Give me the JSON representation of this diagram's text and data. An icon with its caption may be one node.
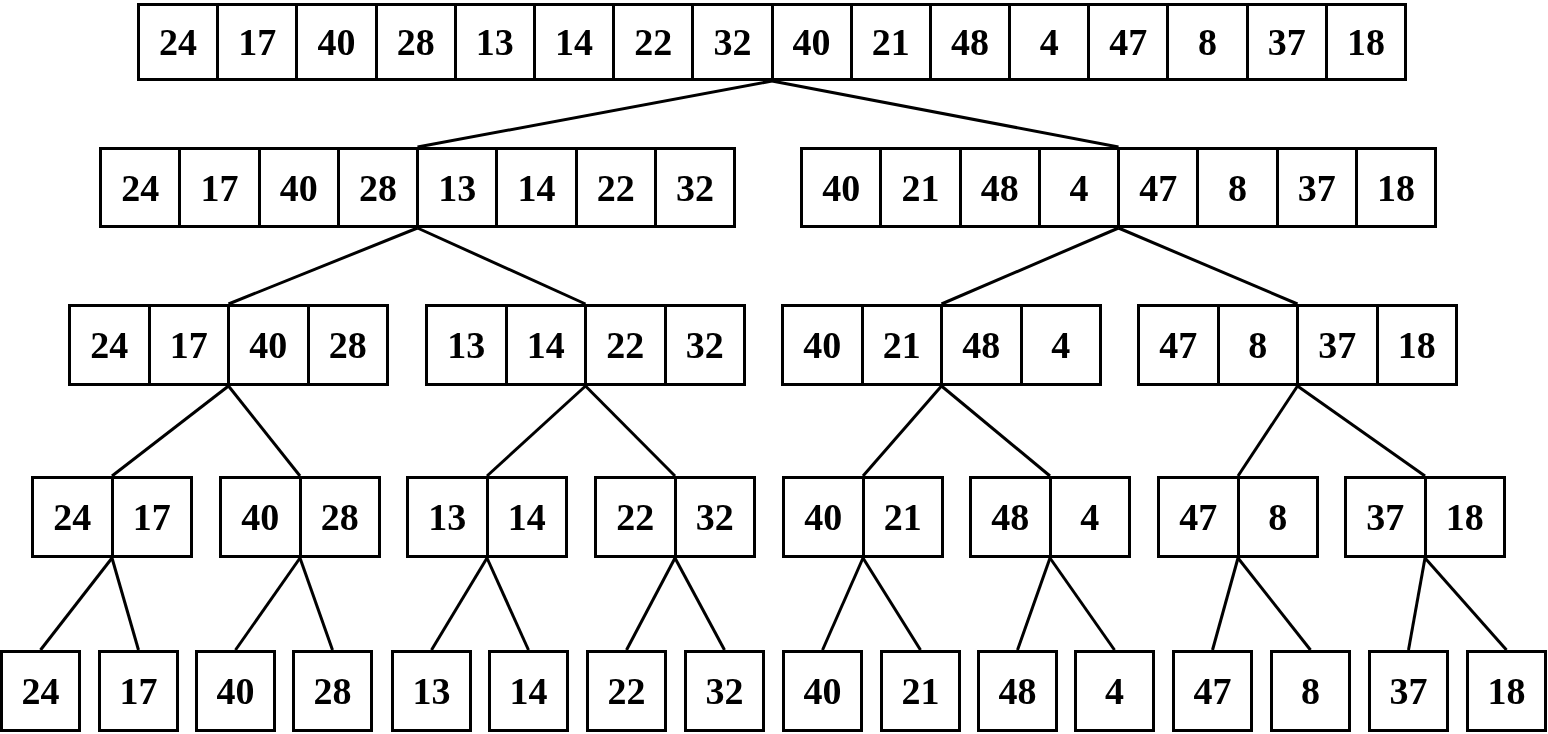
{
  "diagram": {
    "nodes": [
      {
        "text": [
          "24",
          "17",
          "40",
          "28",
          "13",
          "14",
          "22",
          "32",
          "40",
          "21",
          "48",
          "4",
          "47",
          "8",
          "37",
          "18"
        ]
      },
      {
        "text": [
          "24",
          "17",
          "40",
          "28",
          "13",
          "14",
          "22",
          "32"
        ]
      },
      {
        "text": [
          "40",
          "21",
          "48",
          "4",
          "47",
          "8",
          "37",
          "18"
        ]
      },
      {
        "text": [
          "24",
          "17",
          "40",
          "28"
        ]
      },
      {
        "text": [
          "13",
          "14",
          "22",
          "32"
        ]
      },
      {
        "text": [
          "40",
          "21",
          "48",
          "4"
        ]
      },
      {
        "text": [
          "47",
          "8",
          "37",
          "18"
        ]
      },
      {
        "text": [
          "24",
          "17"
        ]
      },
      {
        "text": [
          "40",
          "28"
        ]
      },
      {
        "text": [
          "13",
          "14"
        ]
      },
      {
        "text": [
          "22",
          "32"
        ]
      },
      {
        "text": [
          "40",
          "21"
        ]
      },
      {
        "text": [
          "48",
          "4"
        ]
      },
      {
        "text": [
          "47",
          "8"
        ]
      },
      {
        "text": [
          "37",
          "18"
        ]
      },
      {
        "text": [
          "24"
        ]
      },
      {
        "text": [
          "17"
        ]
      },
      {
        "text": [
          "40"
        ]
      },
      {
        "text": [
          "28"
        ]
      },
      {
        "text": [
          "13"
        ]
      },
      {
        "text": [
          "14"
        ]
      },
      {
        "text": [
          "22"
        ]
      },
      {
        "text": [
          "32"
        ]
      },
      {
        "text": [
          "40"
        ]
      },
      {
        "text": [
          "21"
        ]
      },
      {
        "text": [
          "48"
        ]
      },
      {
        "text": [
          "4"
        ]
      },
      {
        "text": [
          "47"
        ]
      },
      {
        "text": [
          "8"
        ]
      },
      {
        "text": [
          "37"
        ]
      },
      {
        "text": [
          "18"
        ]
      }
    ],
    "edges": [
      {
        "from": 0,
        "to": 1,
        "arrow": "none"
      },
      {
        "from": 0,
        "to": 2,
        "arrow": "none"
      },
      {
        "from": 1,
        "to": 3,
        "arrow": "none"
      },
      {
        "from": 1,
        "to": 4,
        "arrow": "none"
      },
      {
        "from": 2,
        "to": 5,
        "arrow": "none"
      },
      {
        "from": 2,
        "to": 6,
        "arrow": "none"
      },
      {
        "from": 3,
        "to": 7,
        "arrow": "none"
      },
      {
        "from": 3,
        "to": 8,
        "arrow": "none"
      },
      {
        "from": 4,
        "to": 9,
        "arrow": "none"
      },
      {
        "from": 4,
        "to": 10,
        "arrow": "none"
      },
      {
        "from": 5,
        "to": 11,
        "arrow": "none"
      },
      {
        "from": 5,
        "to": 12,
        "arrow": "none"
      },
      {
        "from": 6,
        "to": 13,
        "arrow": "none"
      },
      {
        "from": 6,
        "to": 14,
        "arrow": "none"
      },
      {
        "from": 7,
        "to": 15,
        "arrow": "none"
      },
      {
        "from": 7,
        "to": 16,
        "arrow": "none"
      },
      {
        "from": 8,
        "to": 17,
        "arrow": "none"
      },
      {
        "from": 8,
        "to": 18,
        "arrow": "none"
      },
      {
        "from": 9,
        "to": 19,
        "arrow": "none"
      },
      {
        "from": 9,
        "to": 20,
        "arrow": "none"
      },
      {
        "from": 10,
        "to": 21,
        "arrow": "none"
      },
      {
        "from": 10,
        "to": 22,
        "arrow": "none"
      },
      {
        "from": 11,
        "to": 23,
        "arrow": "none"
      },
      {
        "from": 11,
        "to": 24,
        "arrow": "none"
      },
      {
        "from": 12,
        "to": 25,
        "arrow": "none"
      },
      {
        "from": 12,
        "to": 26,
        "arrow": "none"
      },
      {
        "from": 13,
        "to": 27,
        "arrow": "none"
      },
      {
        "from": 13,
        "to": 28,
        "arrow": "none"
      },
      {
        "from": 14,
        "to": 29,
        "arrow": "none"
      },
      {
        "from": 14,
        "to": 30,
        "arrow": "none"
      }
    ]
  }
}
